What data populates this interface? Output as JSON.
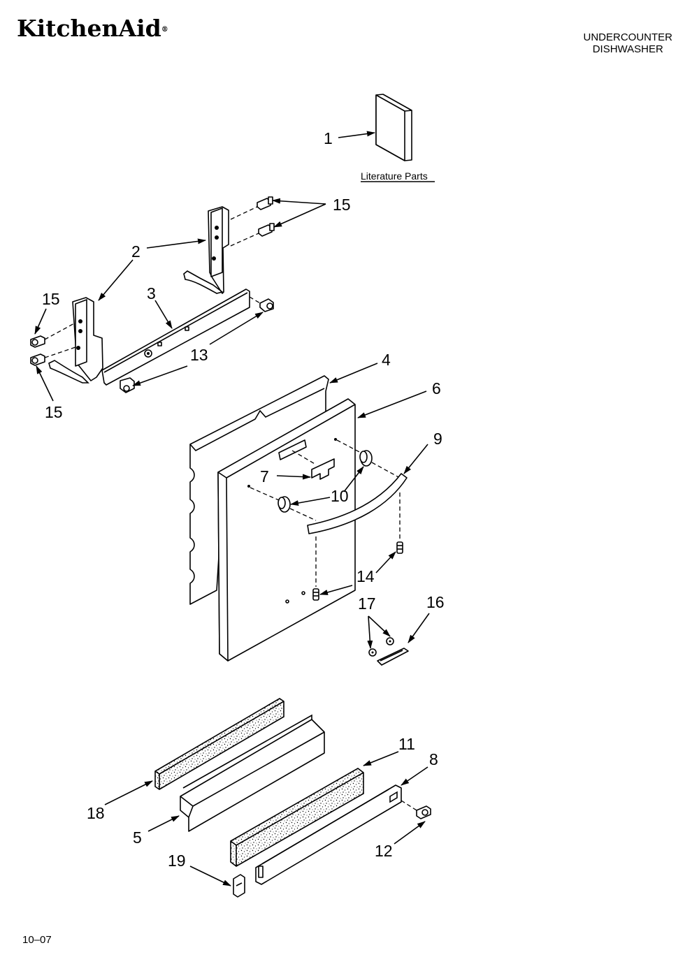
{
  "header": {
    "brand": "KitchenAid",
    "brand_mark": "®",
    "product_line1": "UNDERCOUNTER",
    "product_line2": "DISHWASHER"
  },
  "footer": {
    "code": "10–07"
  },
  "literature": {
    "caption": "Literature Parts"
  },
  "callouts": {
    "c1": "1",
    "c2": "2",
    "c3": "3",
    "c4": "4",
    "c5": "5",
    "c6": "6",
    "c7": "7",
    "c8": "8",
    "c9": "9",
    "c10": "10",
    "c11": "11",
    "c12": "12",
    "c13": "13",
    "c14": "14",
    "c15a": "15",
    "c15b": "15",
    "c15c": "15",
    "c16": "16",
    "c17": "17",
    "c18": "18",
    "c19": "19"
  }
}
